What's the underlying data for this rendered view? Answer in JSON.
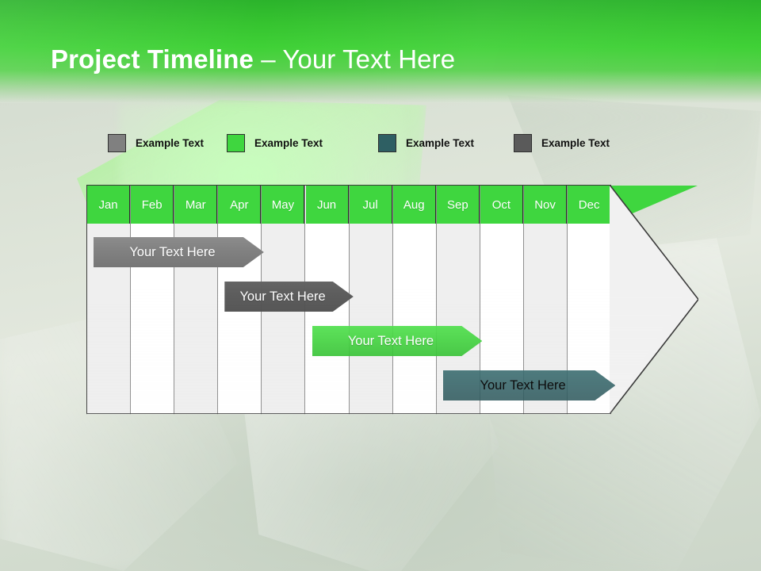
{
  "slide": {
    "title_strong": "Project Timeline",
    "title_light": " – Your Text Here",
    "background_color": "#ccd6c9",
    "band_color": "#3fd136"
  },
  "legend": {
    "items": [
      {
        "label": "Example Text",
        "color": "#808080",
        "swatch_name": "gray-swatch"
      },
      {
        "label": "Example Text",
        "color": "#3fd63f",
        "swatch_name": "green-swatch"
      },
      {
        "label": "Example Text",
        "color": "#2e5f63",
        "swatch_name": "teal-swatch"
      },
      {
        "label": "Example Text",
        "color": "#5a5a5a",
        "swatch_name": "dark-gray-swatch"
      }
    ]
  },
  "chart_data": {
    "type": "bar",
    "title": "Project Timeline",
    "xlabel": "",
    "ylabel": "",
    "categories": [
      "Jan",
      "Feb",
      "Mar",
      "Apr",
      "May",
      "Jun",
      "Jul",
      "Aug",
      "Sep",
      "Oct",
      "Nov",
      "Dec"
    ],
    "header_color": "#3fd63f",
    "header_text_color": "#ffffff",
    "grid": true,
    "legend_position": "top",
    "tasks": [
      {
        "label": "Your  Text Here",
        "start_month": "Jan",
        "end_month": "Apr",
        "start_index": 0,
        "span": 3.9,
        "color": "#808080",
        "text_color": "#ffffff",
        "style": "sh-gray"
      },
      {
        "label": "Your  Text Here",
        "start_month": "Apr",
        "end_month": "Jun",
        "start_index": 3.0,
        "span": 2.95,
        "color": "#585858",
        "text_color": "#ffffff",
        "style": "sh-darkgray"
      },
      {
        "label": "Your  Text Here",
        "start_month": "Jun",
        "end_month": "Sep",
        "start_index": 5.0,
        "span": 3.9,
        "color": "#44d441",
        "text_color": "#ffffff",
        "style": "sh-green"
      },
      {
        "label": "Your  Text Here",
        "start_month": "Sep",
        "end_month": "Dec",
        "start_index": 8.0,
        "span": 3.95,
        "color": "#2e5f63",
        "text_color": "#0d0d0d",
        "style": "sh-teal"
      }
    ]
  }
}
